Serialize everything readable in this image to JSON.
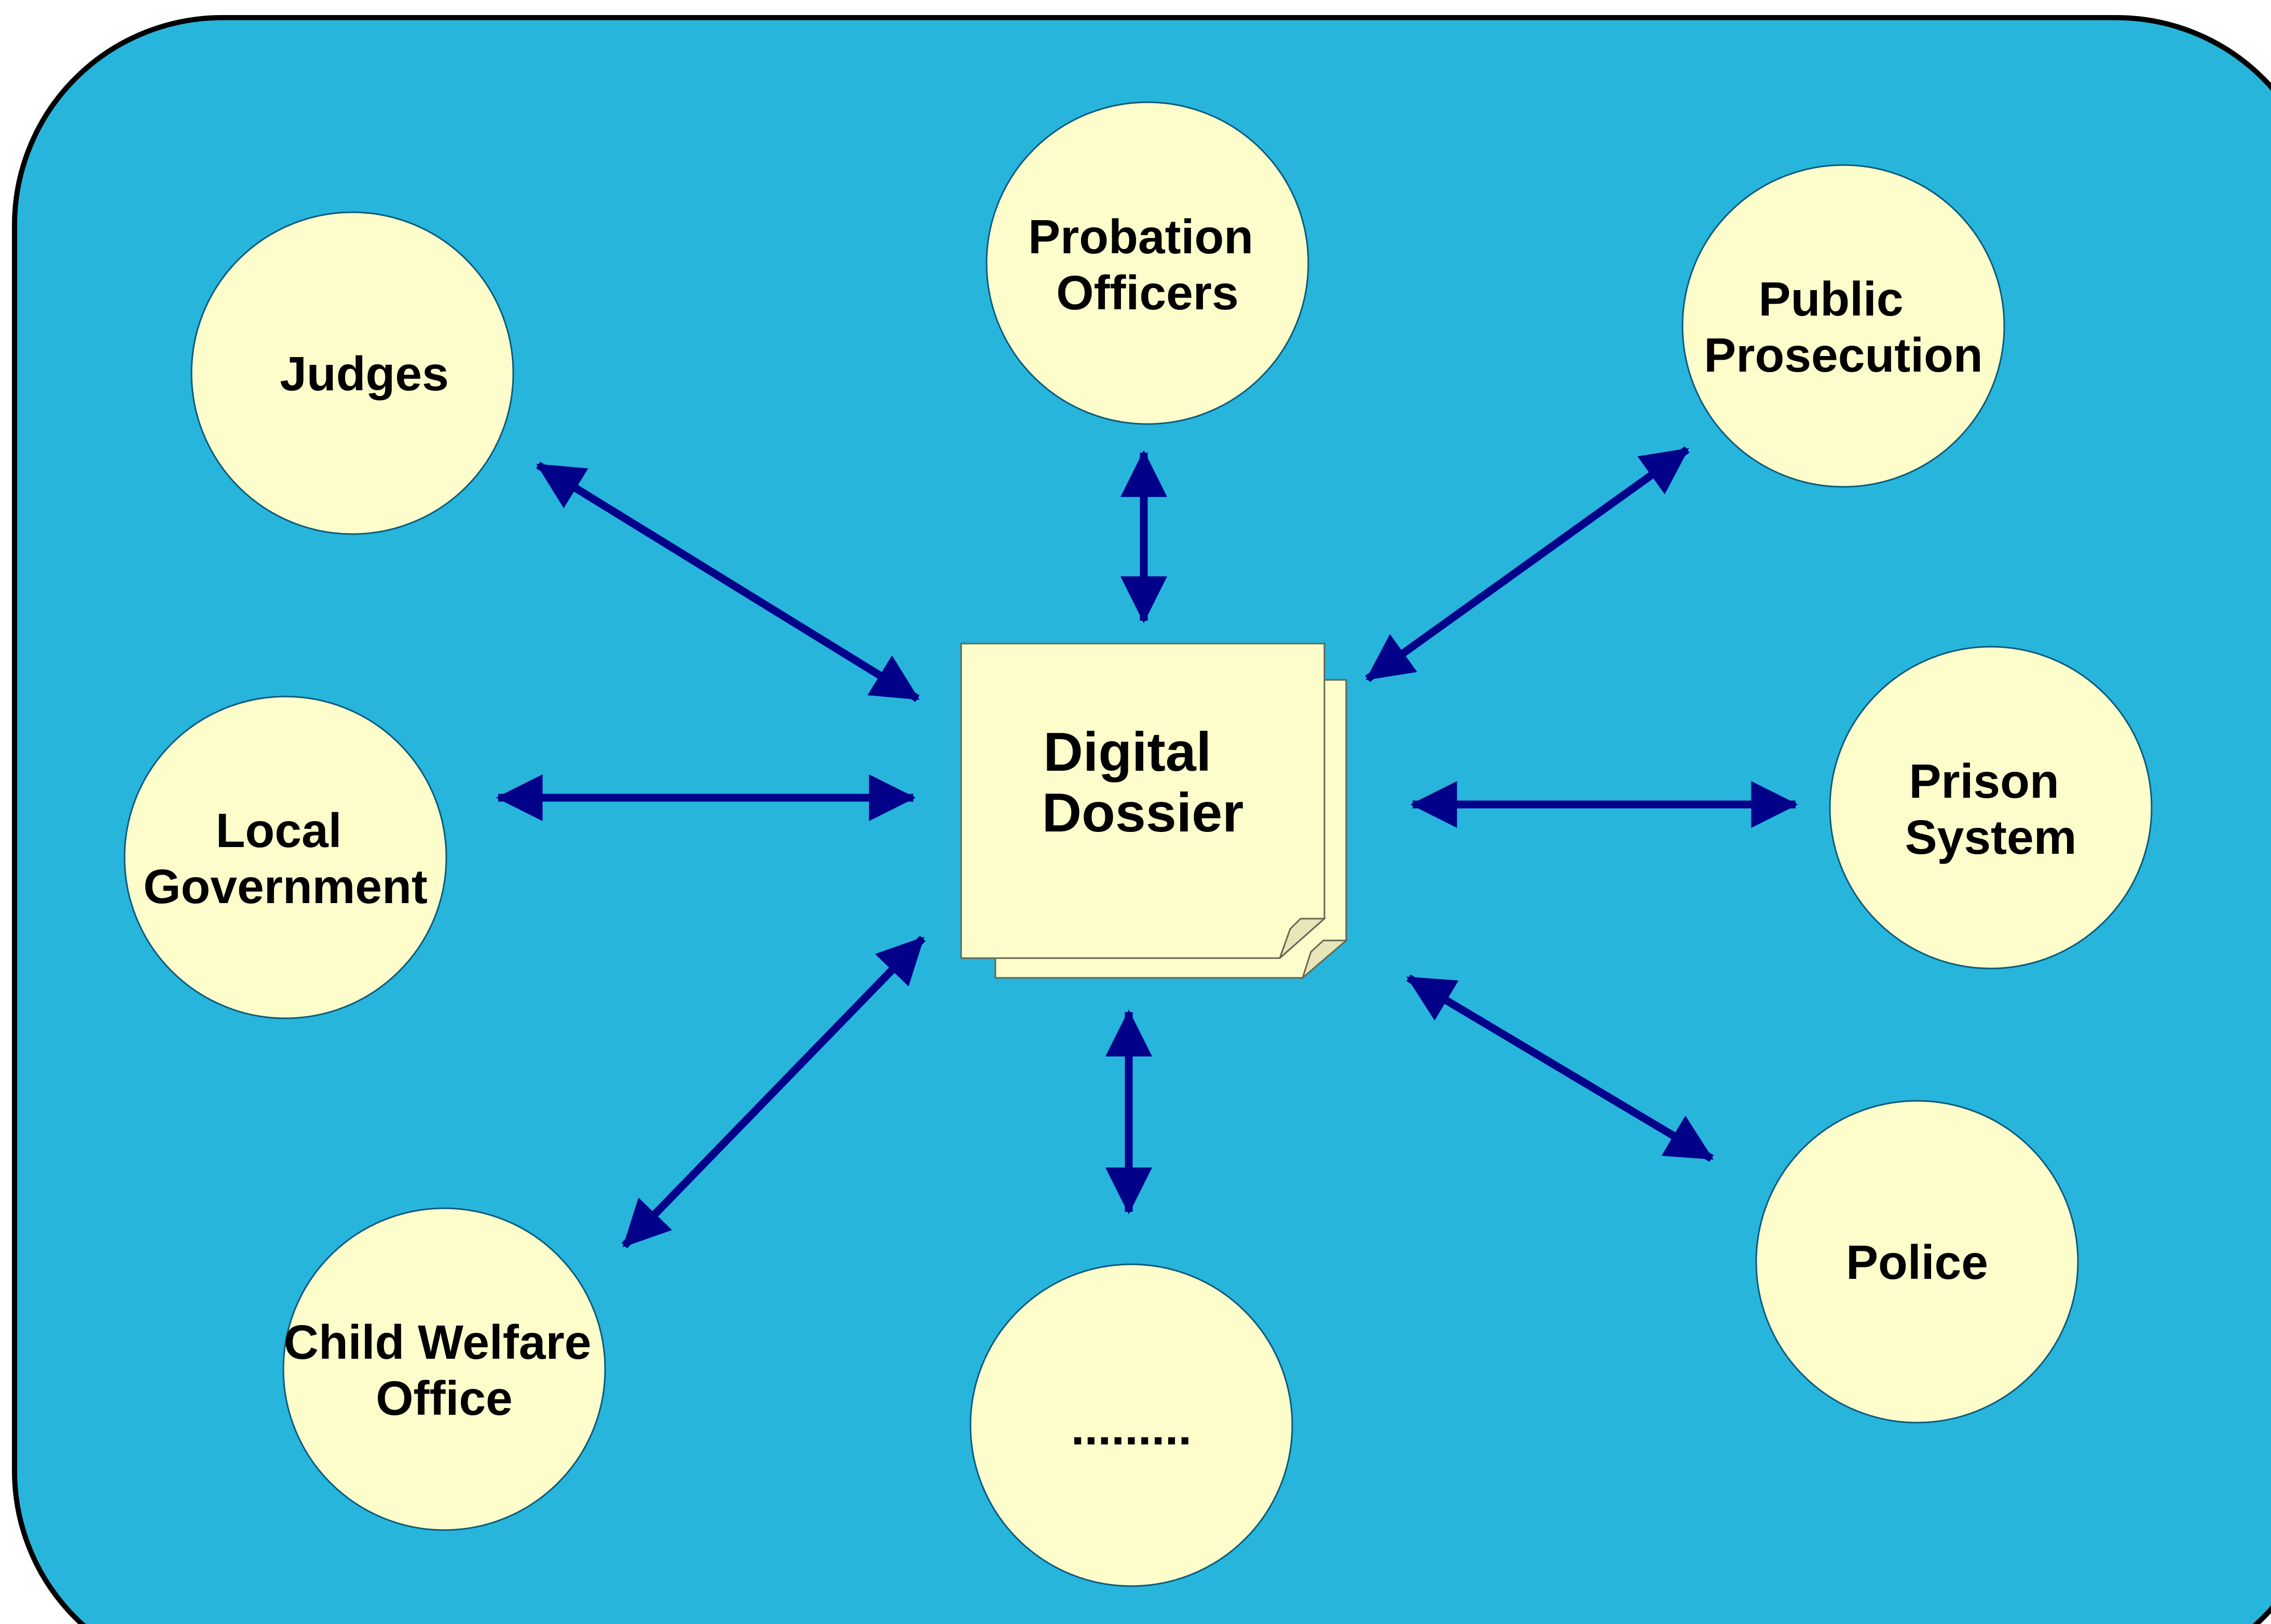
{
  "center": {
    "lines": [
      "Digital",
      "Dossier"
    ]
  },
  "nodes": [
    {
      "id": "judges",
      "lines": [
        "Judges"
      ]
    },
    {
      "id": "probation-officers",
      "lines": [
        "Probation",
        "Officers"
      ]
    },
    {
      "id": "public-prosecution",
      "lines": [
        "Public",
        "Prosecution"
      ]
    },
    {
      "id": "prison-system",
      "lines": [
        "Prison",
        "System"
      ]
    },
    {
      "id": "police",
      "lines": [
        "Police"
      ]
    },
    {
      "id": "more",
      "lines": [
        "........."
      ]
    },
    {
      "id": "child-welfare-office",
      "lines": [
        "Child Welfare",
        "Office"
      ]
    },
    {
      "id": "local-government",
      "lines": [
        "Local",
        "Government"
      ]
    }
  ],
  "colors": {
    "background": "#27b5dc",
    "border": "#000000",
    "node_fill": "#fdfdcb",
    "node_stroke": "#0c5a7a",
    "document_fill": "#fdfdcb",
    "document_fold": "#e6e6b8",
    "arrow": "#000089"
  }
}
